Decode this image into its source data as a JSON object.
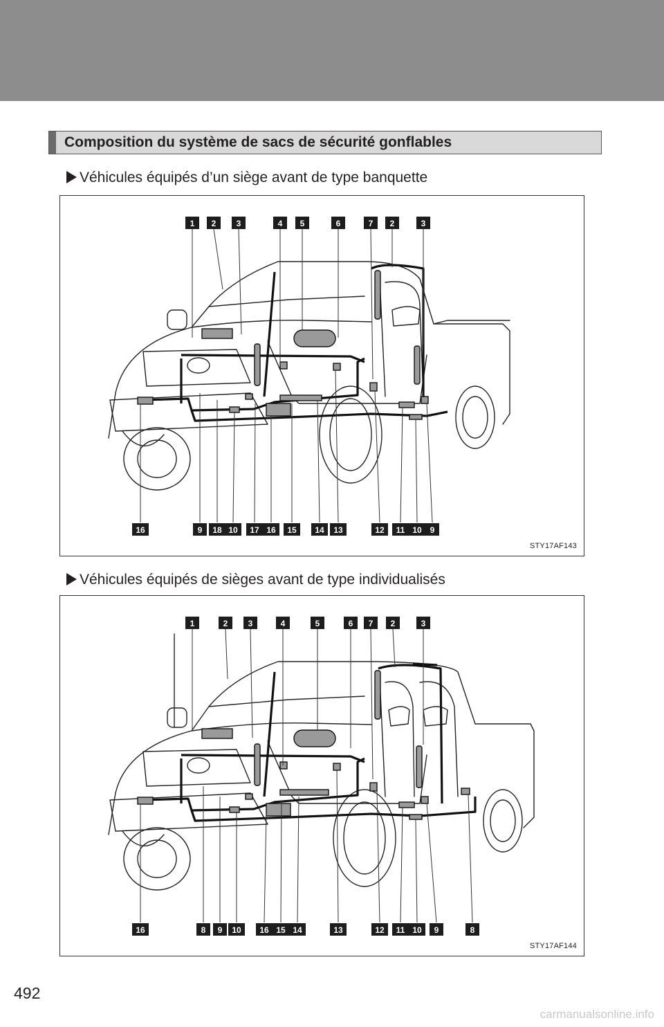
{
  "section": {
    "title": "Composition du système de sacs de sécurité gonflables"
  },
  "figures": [
    {
      "subheading": "Véhicules équipés d’un siège avant de type banquette",
      "code": "STY17AF143",
      "top_callouts": [
        "1",
        "2",
        "3",
        "4",
        "5",
        "6",
        "7",
        "2",
        "3"
      ],
      "bottom_callouts": [
        "16",
        "9",
        "18",
        "10",
        "17",
        "16",
        "15",
        "14",
        "13",
        "12",
        "11",
        "10",
        "9"
      ]
    },
    {
      "subheading": "Véhicules équipés de sièges avant de type individualisés",
      "code": "STY17AF144",
      "top_callouts": [
        "1",
        "2",
        "3",
        "4",
        "5",
        "6",
        "7",
        "2",
        "3"
      ],
      "bottom_callouts": [
        "16",
        "8",
        "9",
        "10",
        "16",
        "15",
        "14",
        "13",
        "12",
        "11",
        "10",
        "9",
        "8"
      ]
    }
  ],
  "page_number": "492",
  "watermark": "carmanualsonline.info"
}
